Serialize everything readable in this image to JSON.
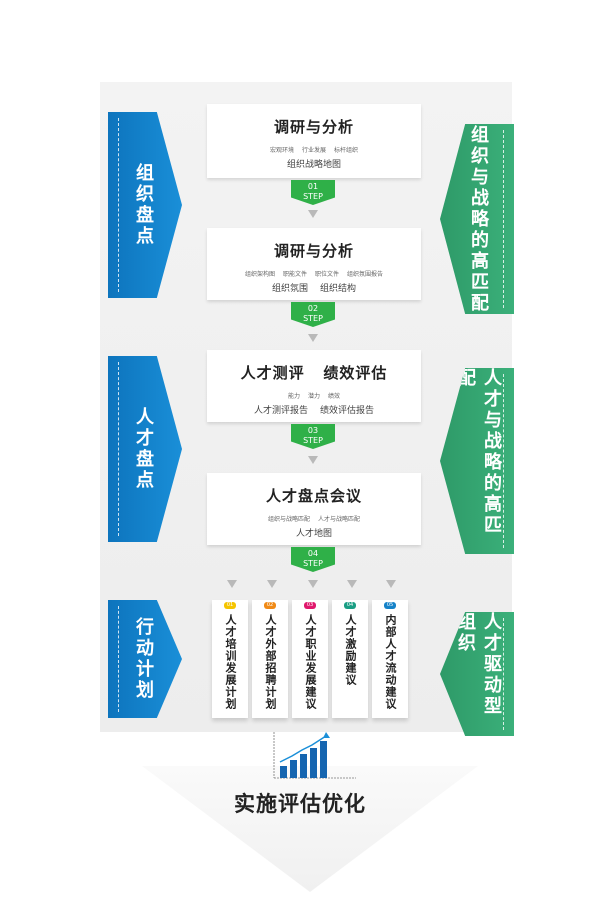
{
  "colors": {
    "blue": "#0d74bd",
    "green": "#2e9a68",
    "step_green": "#2fb048"
  },
  "left_labels": [
    "组织盘点",
    "人才盘点",
    "行动计划"
  ],
  "right_labels": [
    "组织与战略的高匹配",
    "人才与战略的高匹配",
    "人才驱动型组织"
  ],
  "panels": [
    {
      "title": "调研与分析",
      "sub": [
        "宏观环境",
        "行业发展",
        "标杆组织"
      ],
      "main": [
        "组织战略地图"
      ]
    },
    {
      "title": "调研与分析",
      "sub": [
        "组织架构图",
        "职能文件",
        "职位文件",
        "组织氛围报告"
      ],
      "main": [
        "组织氛围",
        "组织结构"
      ]
    },
    {
      "title": "人才测评   绩效评估",
      "sub": [
        "能力",
        "潜力",
        "绩效"
      ],
      "main": [
        "人才测评报告",
        "绩效评估报告"
      ]
    },
    {
      "title": "人才盘点会议",
      "sub": [
        "组织与战略匹配",
        "人才与战略匹配"
      ],
      "main": [
        "人才地图"
      ]
    }
  ],
  "steps": [
    {
      "num": "01",
      "label": "STEP"
    },
    {
      "num": "02",
      "label": "STEP"
    },
    {
      "num": "03",
      "label": "STEP"
    },
    {
      "num": "04",
      "label": "STEP"
    }
  ],
  "cards": [
    {
      "num": "01",
      "label": "人才培训发展计划",
      "color": "#f5c400"
    },
    {
      "num": "02",
      "label": "人才外部招聘计划",
      "color": "#f08a16"
    },
    {
      "num": "03",
      "label": "人才职业发展建议",
      "color": "#e0186c"
    },
    {
      "num": "04",
      "label": "人才激励建议",
      "color": "#1a9e84"
    },
    {
      "num": "05",
      "label": "内部人才流动建议",
      "color": "#1582c8"
    }
  ],
  "final": "实施评估优化"
}
